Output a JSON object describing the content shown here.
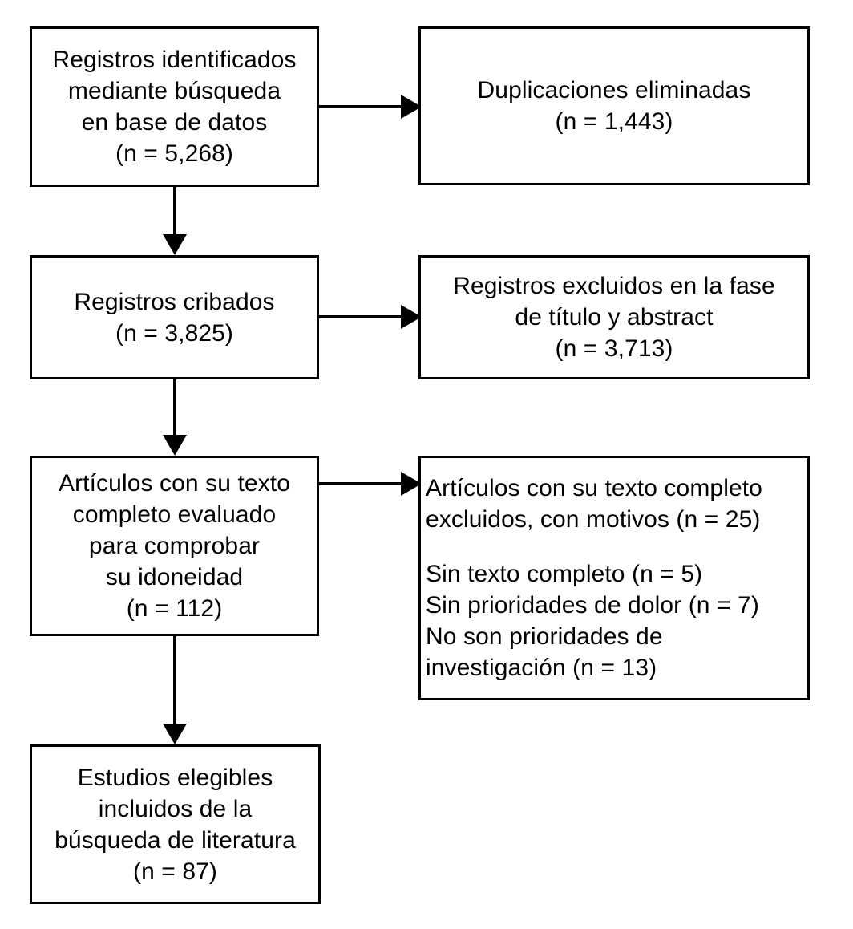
{
  "diagram": {
    "type": "prisma-flow-diagram",
    "language": "es",
    "colors": {
      "background": "#ffffff",
      "border": "#000000",
      "text": "#000000",
      "arrow": "#000000"
    },
    "nodes": {
      "identified": {
        "name": "records-identified",
        "lines": [
          "Registros identificados",
          "mediante búsqueda",
          "en base de datos",
          "(n = 5,268)"
        ],
        "count": 5268,
        "align": "center"
      },
      "duplicates": {
        "name": "duplicates-removed",
        "lines": [
          "Duplicaciones eliminadas",
          "(n = 1,443)"
        ],
        "count": 1443,
        "align": "center"
      },
      "screened": {
        "name": "records-screened",
        "lines": [
          "Registros cribados",
          "(n = 3,825)"
        ],
        "count": 3825,
        "align": "center"
      },
      "excluded_title_abstract": {
        "name": "records-excluded-title-abstract",
        "lines": [
          "Registros excluidos en la fase",
          "de título y abstract",
          "(n = 3,713)"
        ],
        "count": 3713,
        "align": "center"
      },
      "fulltext_assessed": {
        "name": "fulltext-articles-assessed",
        "lines": [
          "Artículos con su texto",
          "completo evaluado",
          "para comprobar",
          "su idoneidad",
          "(n = 112)"
        ],
        "count": 112,
        "align": "center"
      },
      "fulltext_excluded": {
        "name": "fulltext-articles-excluded",
        "lines": [
          "Artículos con su texto completo",
          "excluidos, con motivos (n = 25)",
          "",
          "Sin texto completo (n = 5)",
          "Sin prioridades de dolor (n = 7)",
          "No son prioridades de",
          "investigación (n = 13)"
        ],
        "count": 25,
        "align": "left",
        "reasons": [
          {
            "label": "Sin texto completo",
            "count": 5
          },
          {
            "label": "Sin prioridades de dolor",
            "count": 7
          },
          {
            "label": "No son prioridades de investigación",
            "count": 13
          }
        ]
      },
      "included": {
        "name": "studies-included",
        "lines": [
          "Estudios elegibles",
          "incluidos de la",
          "búsqueda de literatura",
          "(n = 87)"
        ],
        "count": 87,
        "align": "center"
      }
    },
    "connectors": [
      {
        "name": "identified-to-duplicates",
        "direction": "right"
      },
      {
        "name": "identified-to-screened",
        "direction": "down"
      },
      {
        "name": "screened-to-excluded",
        "direction": "right"
      },
      {
        "name": "screened-to-fulltext",
        "direction": "down"
      },
      {
        "name": "fulltext-to-reasons",
        "direction": "right"
      },
      {
        "name": "fulltext-to-included",
        "direction": "down"
      }
    ]
  }
}
